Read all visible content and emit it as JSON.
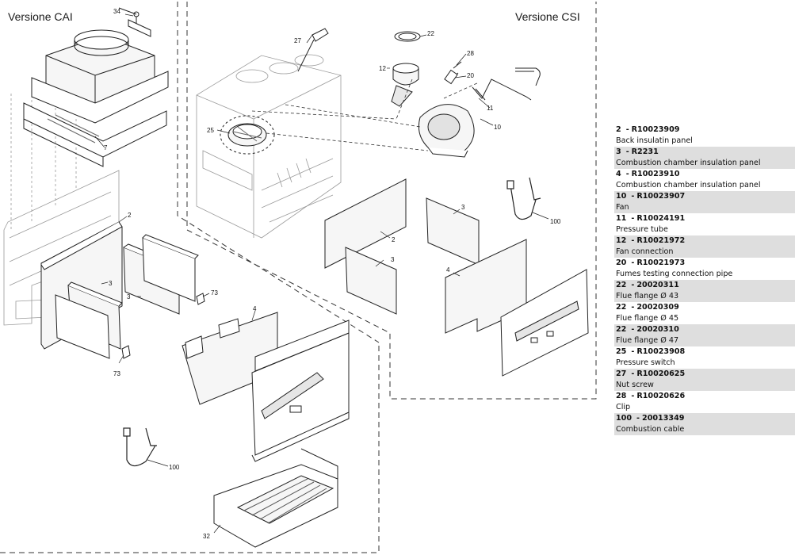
{
  "variants": {
    "cai_title": "Versione CAI",
    "csi_title": "Versione CSI"
  },
  "callouts": {
    "c2": "2",
    "c3a": "3",
    "c3b": "3",
    "c4": "4",
    "c7": "7",
    "c34": "34",
    "c73a": "73",
    "c73b": "73",
    "c100": "100",
    "c32": "32",
    "c27": "27",
    "c22": "22",
    "c12": "12",
    "c28": "28",
    "c20": "20",
    "c11": "11",
    "c10": "10",
    "c25": "25",
    "c2r": "2",
    "c3r": "3",
    "c3r2": "3",
    "c4r": "4",
    "c100r": "100"
  },
  "parts": [
    {
      "number": "2",
      "code": "R10023909",
      "description": "Back insulatin panel"
    },
    {
      "number": "3",
      "code": "R2231",
      "description": "Combustion chamber insulation panel"
    },
    {
      "number": "4",
      "code": "R10023910",
      "description": "Combustion chamber insulation panel"
    },
    {
      "number": "10",
      "code": "R10023907",
      "description": "Fan"
    },
    {
      "number": "11",
      "code": "R10024191",
      "description": "Pressure tube"
    },
    {
      "number": "12",
      "code": "R10021972",
      "description": "Fan connection"
    },
    {
      "number": "20",
      "code": "R10021973",
      "description": "Fumes testing connection pipe"
    },
    {
      "number": "22",
      "code": "20020311",
      "description": "Flue flange Ø 43"
    },
    {
      "number": "22",
      "code": "20020309",
      "description": "Flue flange Ø 45"
    },
    {
      "number": "22",
      "code": "20020310",
      "description": "Flue flange Ø 47"
    },
    {
      "number": "25",
      "code": "R10023908",
      "description": "Pressure switch"
    },
    {
      "number": "27",
      "code": "R10020625",
      "description": "Nut screw"
    },
    {
      "number": "28",
      "code": "R10020626",
      "description": "Clip"
    },
    {
      "number": "100",
      "code": "20013349",
      "description": "Combustion cable"
    }
  ],
  "styles": {
    "line_color": "#222222",
    "faint_line_color": "#9a9a9a",
    "row_shade_color": "#dedede",
    "panel_fill": "#f6f6f6"
  }
}
